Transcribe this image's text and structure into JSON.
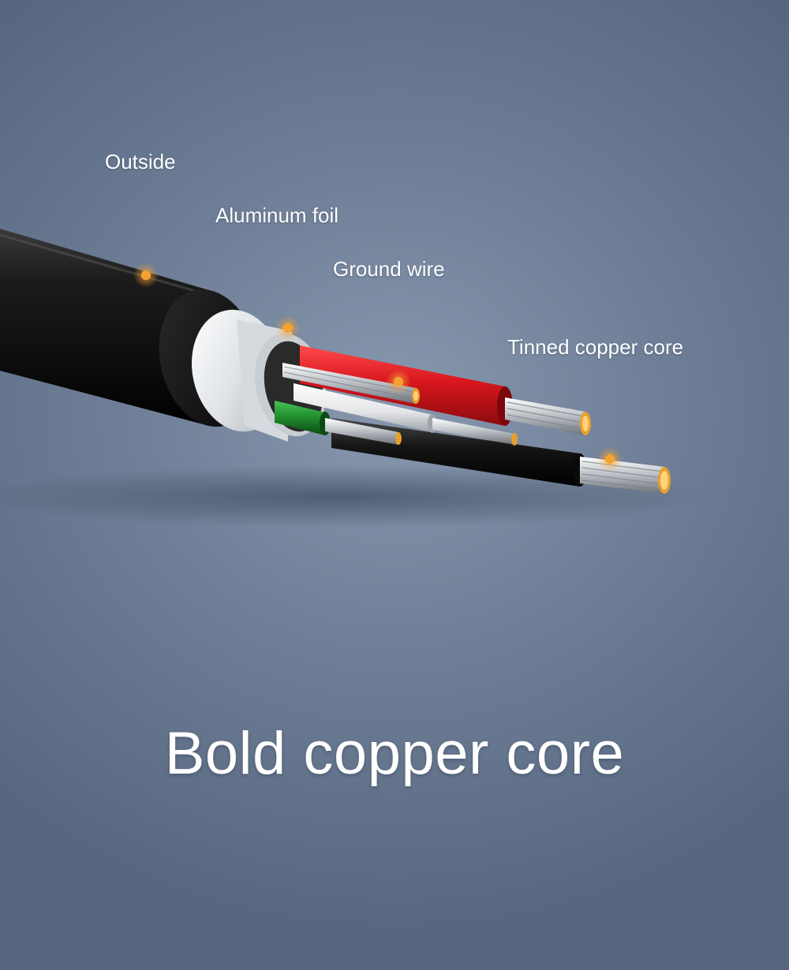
{
  "callouts": {
    "outside": "Outside",
    "aluminum_foil": "Aluminum foil",
    "ground_wire": "Ground wire",
    "tinned_copper_core": "Tinned copper core"
  },
  "headline": "Bold copper core",
  "colors": {
    "background": "#6f7f97",
    "callout_marker": "#f5a230",
    "cable_jacket": "#111111",
    "foil": "#e9ecef",
    "wire_red": "#d0161d",
    "wire_white": "#f2f2f2",
    "wire_green": "#1f8a2c",
    "wire_black": "#111111"
  }
}
